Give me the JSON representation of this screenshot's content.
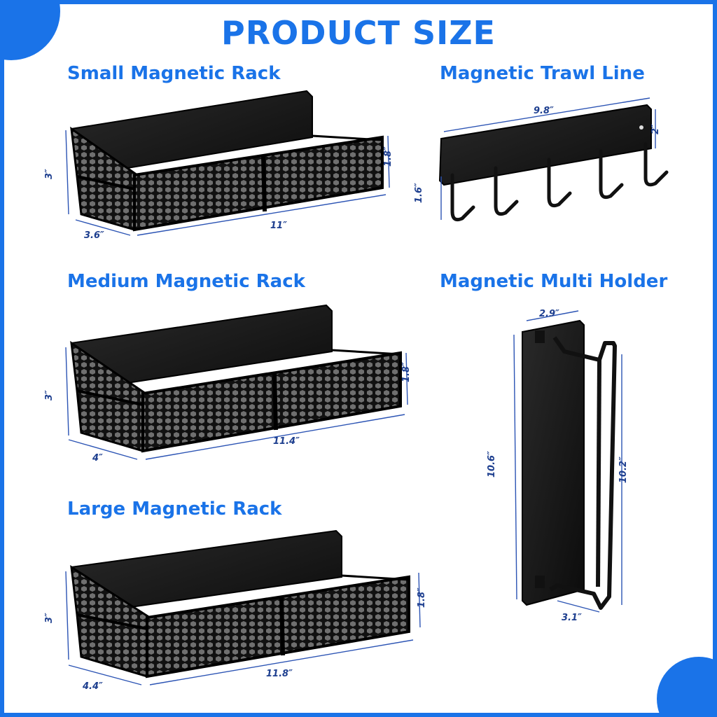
{
  "header": {
    "title": "PRODUCT SIZE"
  },
  "colors": {
    "accent": "#1a73e8",
    "dimension": "#1e3f8f",
    "product": "#111111"
  },
  "products": {
    "small_rack": {
      "name": "Small Magnetic Rack",
      "height": "3″",
      "depth": "3.6″",
      "width": "11″",
      "rail": "1.8″"
    },
    "medium_rack": {
      "name": "Medium Magnetic Rack",
      "height": "3″",
      "depth": "4″",
      "width": "11.4″",
      "rail": "1.8″"
    },
    "large_rack": {
      "name": "Large Magnetic Rack",
      "height": "3″",
      "depth": "4.4″",
      "width": "11.8″",
      "rail": "1.8″"
    },
    "trawl_line": {
      "name": "Magnetic Trawl Line",
      "width": "9.8″",
      "height": "2″",
      "hook": "1.6″"
    },
    "multi_holder": {
      "name": "Magnetic Multi Holder",
      "top_width": "2.9″",
      "height": "10.6″",
      "bar": "10.2″",
      "bottom_width": "3.1″"
    }
  }
}
